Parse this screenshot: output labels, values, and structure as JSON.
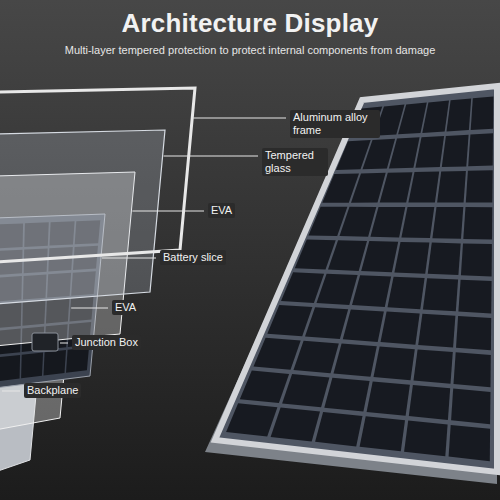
{
  "diagram": {
    "title": "Architecture Display",
    "labels": [
      "Multi-layer tempered protection to protect internal components from damage",
      "Aluminum alloy frame",
      "Tempered glass",
      "EVA",
      "Battery slice",
      "EVA",
      "Junction Box",
      "Backplane"
    ]
  }
}
